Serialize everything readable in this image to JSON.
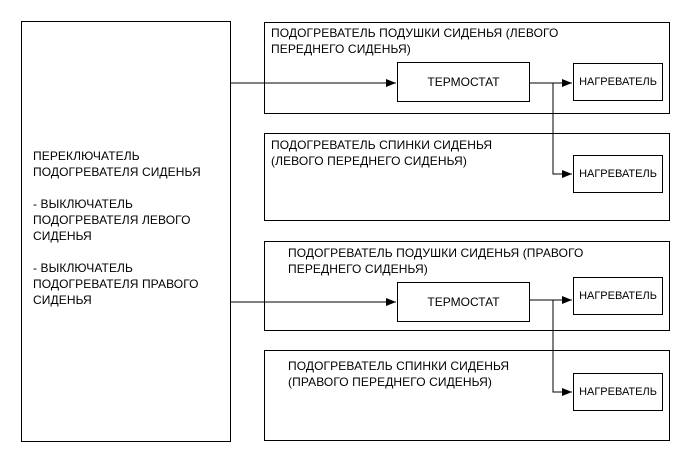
{
  "switch": {
    "title": "ПЕРЕКЛЮЧАТЕЛЬ\nПОДОГРЕВАТЕЛЯ СИДЕНЬЯ",
    "left_switch": "- ВЫКЛЮЧАТЕЛЬ\nПОДОГРЕВАТЕЛЯ ЛЕВОГО\nСИДЕНЬЯ",
    "right_switch": "- ВЫКЛЮЧАТЕЛЬ\nПОДОГРЕВАТЕЛЯ ПРАВОГО\nСИДЕНЬЯ"
  },
  "left_cushion": {
    "title": "ПОДОГРЕВАТЕЛЬ ПОДУШКИ СИДЕНЬЯ (ЛЕВОГО\nПЕРЕДНЕГО СИДЕНЬЯ)",
    "thermostat": "ТЕРМОСТАТ",
    "heater": "НАГРЕВАТЕЛЬ"
  },
  "left_back": {
    "title": "ПОДОГРЕВАТЕЛЬ СПИНКИ СИДЕНЬЯ\n(ЛЕВОГО ПЕРЕДНЕГО СИДЕНЬЯ)",
    "heater": "НАГРЕВАТЕЛЬ"
  },
  "right_cushion": {
    "title": "ПОДОГРЕВАТЕЛЬ ПОДУШКИ СИДЕНЬЯ (ПРАВОГО\nПЕРЕДНЕГО СИДЕНЬЯ)",
    "thermostat": "ТЕРМОСТАТ",
    "heater": "НАГРЕВАТЕЛЬ"
  },
  "right_back": {
    "title": "ПОДОГРЕВАТЕЛЬ СПИНКИ СИДЕНЬЯ\n(ПРАВОГО ПЕРЕДНЕГО СИДЕНЬЯ)",
    "heater": "НАГРЕВАТЕЛЬ"
  }
}
